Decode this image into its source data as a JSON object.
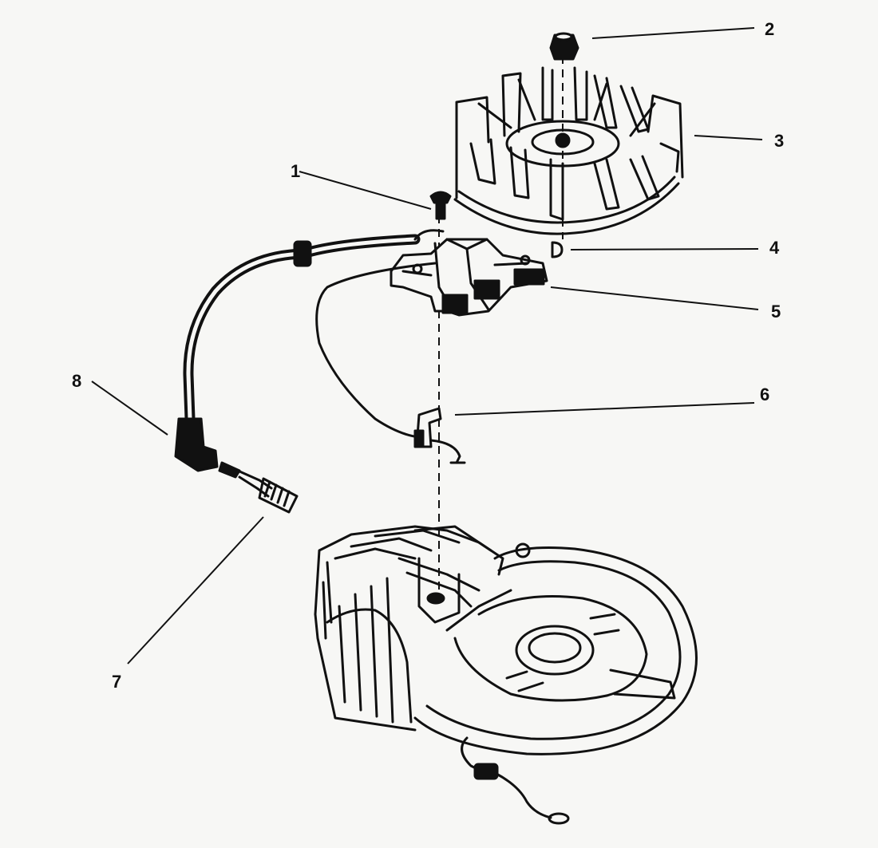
{
  "diagram": {
    "callouts": [
      {
        "id": "1",
        "label": "1"
      },
      {
        "id": "2",
        "label": "2"
      },
      {
        "id": "3",
        "label": "3"
      },
      {
        "id": "4",
        "label": "4"
      },
      {
        "id": "5",
        "label": "5"
      },
      {
        "id": "6",
        "label": "6"
      },
      {
        "id": "7",
        "label": "7"
      },
      {
        "id": "8",
        "label": "8"
      }
    ],
    "colors": {
      "ink": "#111111",
      "paper": "#f7f7f5"
    }
  }
}
